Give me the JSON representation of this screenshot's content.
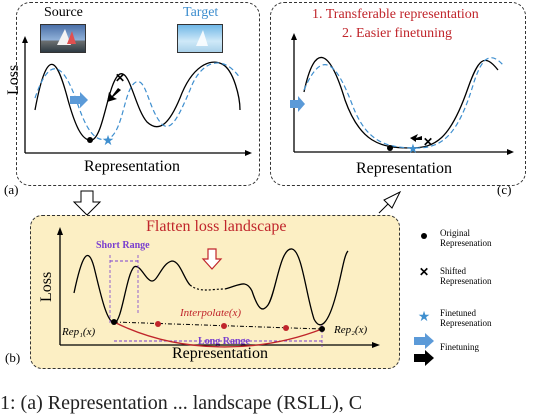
{
  "panel_a": {
    "label": "(a)",
    "source_label": "Source",
    "target_label": "Target",
    "ylabel": "Loss",
    "xlabel": "Representation"
  },
  "panel_b": {
    "label": "(b)",
    "title": "Flatten loss landscape",
    "ylabel": "Loss",
    "xlabel": "Representation",
    "short_range": "Short Range",
    "long_range": "Long Range",
    "interpolate": "Interpolate(x)",
    "rep1": "Rep₁(x)",
    "rep2": "Rep₂(x)"
  },
  "panel_c": {
    "label": "(c)",
    "line1": "1. Transferable representation",
    "line2": "2. Easier finetuning",
    "xlabel": "Representation"
  },
  "legend": {
    "original": "Original Represenation",
    "shifted": "Shifted Represenation",
    "finetuned": "Finetuned Represenation",
    "finetuning": "Finetuning"
  },
  "caption": "1: (a) Representation  ...  landscape (RSLL), C"
}
